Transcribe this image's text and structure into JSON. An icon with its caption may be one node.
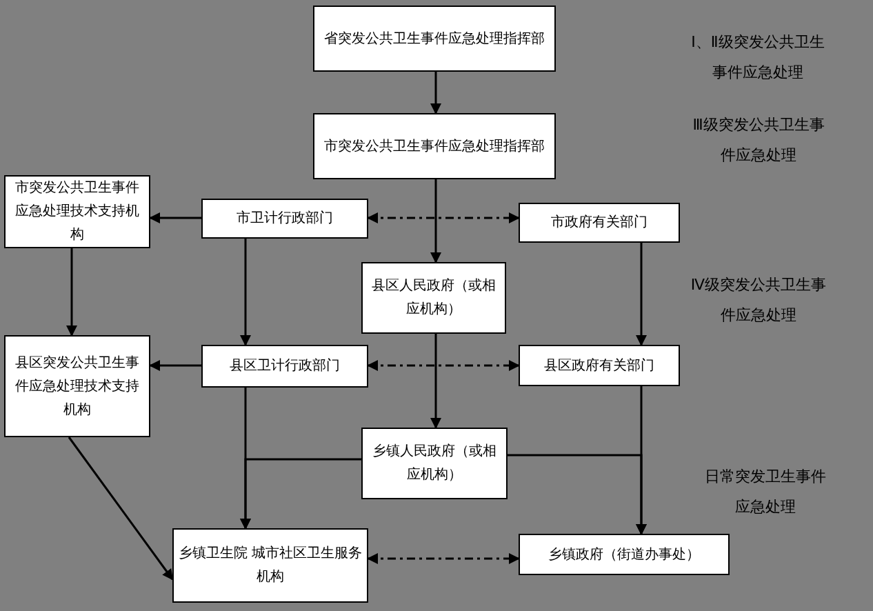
{
  "diagram": {
    "nodes": [
      {
        "text": [
          "省突发公共卫生事件应急处理指挥部"
        ]
      },
      {
        "text": [
          "市突发公共卫生事件应急处理指挥部"
        ]
      },
      {
        "text": [
          "市突发公共卫生事件应急处理技术支持机构"
        ]
      },
      {
        "text": [
          "市卫计行政部门"
        ]
      },
      {
        "text": [
          "市政府有关部门"
        ]
      },
      {
        "text": [
          "县区人民政府（或相应机构）"
        ]
      },
      {
        "text": [
          "县区突发公共卫生事件应急处理技术支持机构"
        ]
      },
      {
        "text": [
          "县区卫计行政部门"
        ]
      },
      {
        "text": [
          "县区政府有关部门"
        ]
      },
      {
        "text": [
          "乡镇人民政府（或相应机构）"
        ]
      },
      {
        "text": [
          "乡镇卫生院 城市社区卫生服务机构"
        ]
      },
      {
        "text": [
          "乡镇政府（街道办事处）"
        ]
      }
    ],
    "edges": [
      {
        "from": 0,
        "to": 1,
        "arrow": "to"
      },
      {
        "from": 1,
        "to": 5,
        "arrow": "to"
      },
      {
        "from": 3,
        "to": 2,
        "arrow": "to"
      },
      {
        "from": 3,
        "to": 4,
        "arrow": "both",
        "style": "dashed"
      },
      {
        "from": 2,
        "to": 6,
        "arrow": "to"
      },
      {
        "from": 3,
        "to": 7,
        "arrow": "to"
      },
      {
        "from": 4,
        "to": 8,
        "arrow": "to"
      },
      {
        "from": 7,
        "to": 6,
        "arrow": "to"
      },
      {
        "from": 7,
        "to": 8,
        "arrow": "both",
        "style": "dashed"
      },
      {
        "from": 5,
        "to": 9,
        "arrow": "to"
      },
      {
        "from": 7,
        "to": 10,
        "arrow": "to"
      },
      {
        "from": 9,
        "to": 10,
        "arrow": "to"
      },
      {
        "from": 8,
        "to": 11,
        "arrow": "to"
      },
      {
        "from": 9,
        "to": 11,
        "arrow": "to"
      },
      {
        "from": 6,
        "to": 10,
        "arrow": "to"
      },
      {
        "from": 10,
        "to": 11,
        "arrow": "both",
        "style": "dashed"
      }
    ],
    "labels": [
      "Ⅰ、Ⅱ级突发公共卫生事件应急处理",
      "Ⅲ级突发公共卫生事件应急处理",
      "Ⅳ级突发公共卫生事件应急处理",
      "日常突发卫生事件应急处理"
    ]
  }
}
